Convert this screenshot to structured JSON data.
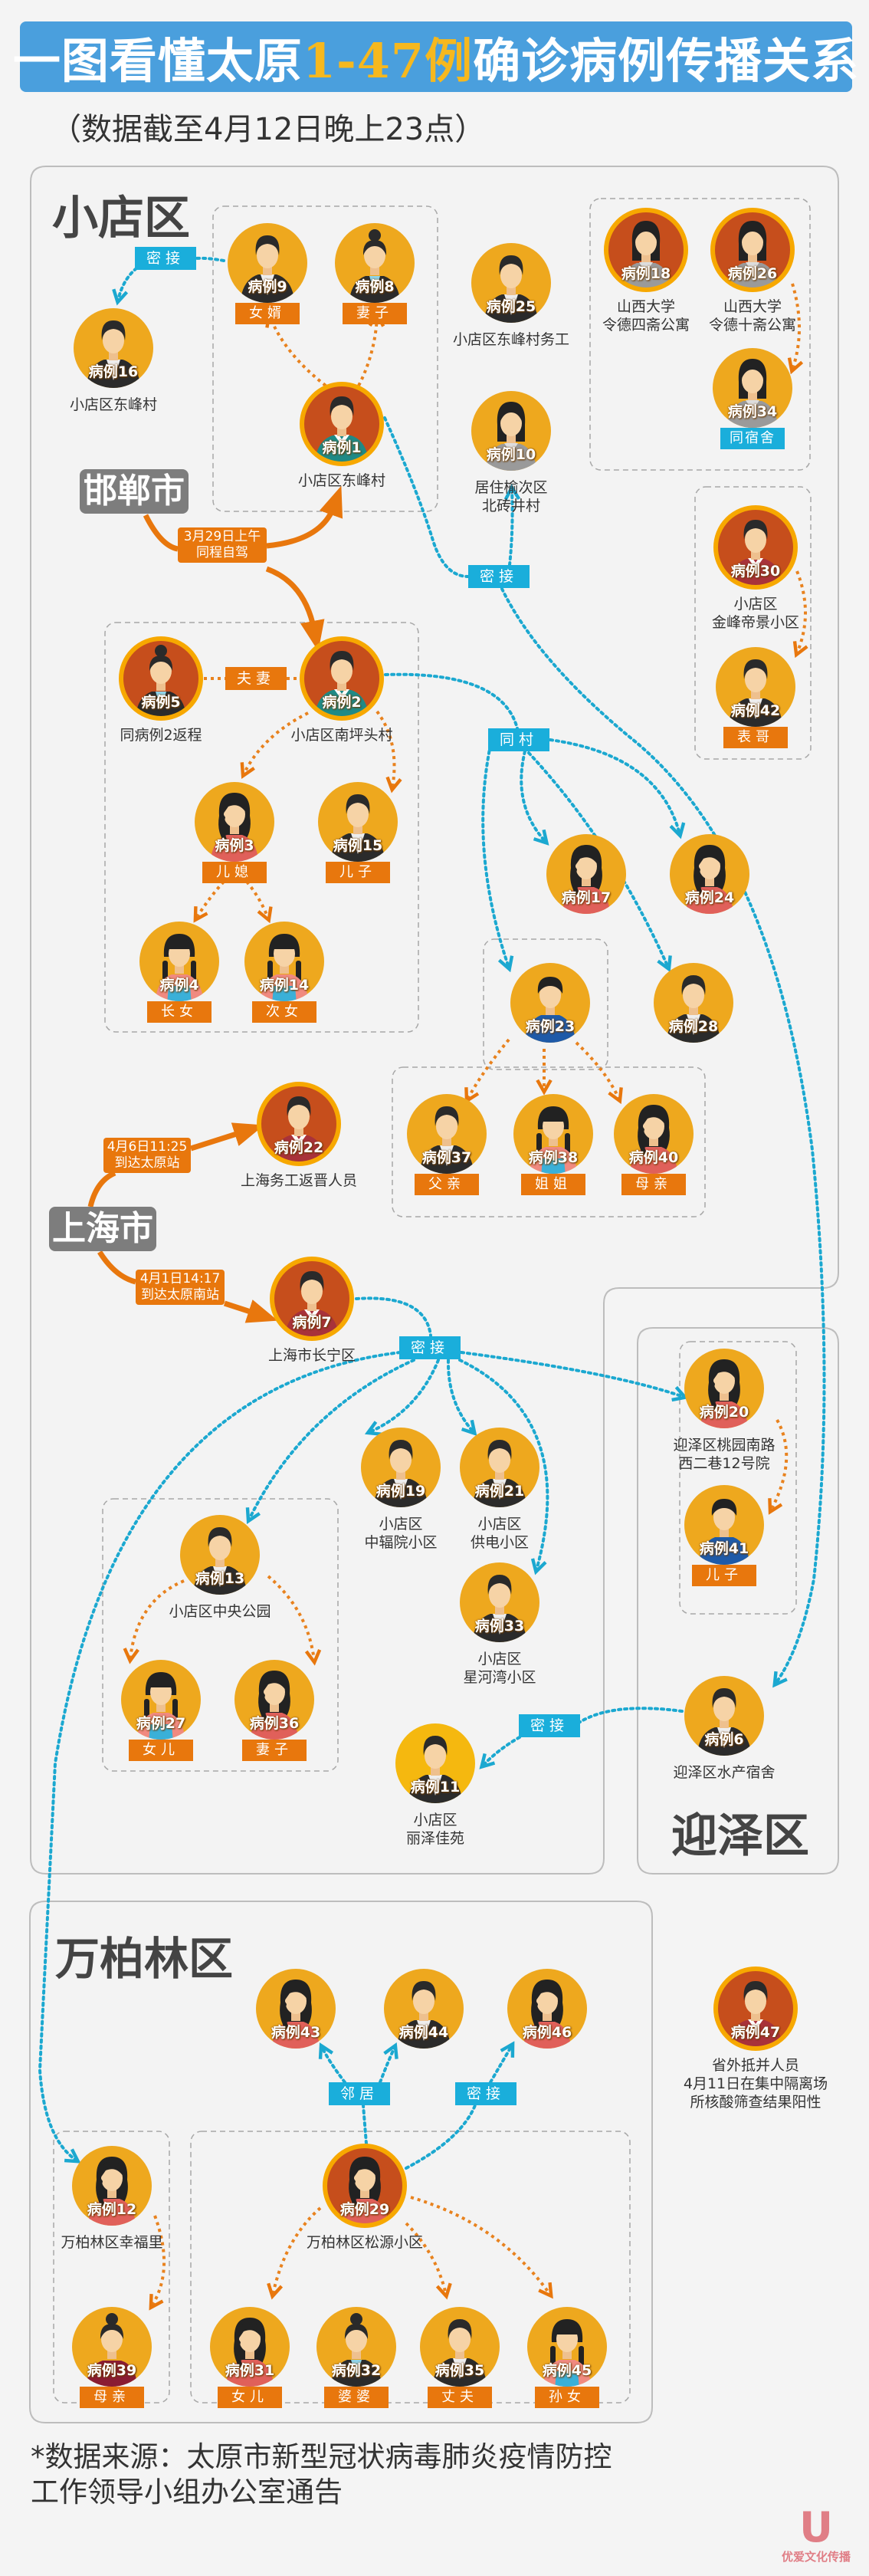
{
  "header": {
    "title_pre": "一图看懂太原",
    "title_highlight": "1-47例",
    "title_post": "确诊病例传播关系",
    "subtitle": "（数据截至4月12日晚上23点）"
  },
  "colors": {
    "banner": "#4a9fdd",
    "highlight": "#f6b81e",
    "tag_orange": "#e8770d",
    "tag_blue": "#1aaedb",
    "node_yellow": "#eea81e",
    "node_red": "#c64e1c",
    "contact_line": "#1ba8d0",
    "family_line": "#e8821e"
  },
  "regions": {
    "xiaodian": "小店区",
    "yingze": "迎泽区",
    "wanbailin": "万柏林区"
  },
  "cities": {
    "handan": "邯郸市",
    "shanghai": "上海市"
  },
  "travel": [
    {
      "line1": "3月29日上午",
      "line2": "同程自驾"
    },
    {
      "line1": "4月6日11:25",
      "line2": "到达太原站"
    },
    {
      "line1": "4月1日14:17",
      "line2": "到达太原南站"
    }
  ],
  "edge_labels": [
    {
      "text": "密接",
      "style": "blue"
    },
    {
      "text": "密接",
      "style": "blue"
    },
    {
      "text": "夫妻",
      "style": "orange"
    },
    {
      "text": "同村",
      "style": "blue"
    },
    {
      "text": "密接",
      "style": "blue"
    },
    {
      "text": "密接",
      "style": "blue"
    },
    {
      "text": "邻居",
      "style": "blue"
    },
    {
      "text": "密接",
      "style": "blue"
    }
  ],
  "nodes": [
    {
      "id": "16",
      "label": "病例16",
      "caption": [
        "小店区东峰村"
      ],
      "bg": "yellow",
      "figure": "man-suit"
    },
    {
      "id": "9",
      "label": "病例9",
      "tag": "女婿",
      "bg": "yellow",
      "figure": "man-suit"
    },
    {
      "id": "8",
      "label": "病例8",
      "tag": "妻子",
      "bg": "yellow",
      "figure": "woman-bun"
    },
    {
      "id": "1",
      "label": "病例1",
      "caption": [
        "小店区东峰村"
      ],
      "bg": "red",
      "figure": "man-green"
    },
    {
      "id": "25",
      "label": "病例25",
      "caption": [
        "小店区东峰村务工"
      ],
      "bg": "yellow",
      "figure": "man-suit"
    },
    {
      "id": "10",
      "label": "病例10",
      "caption": [
        "居住榆次区",
        "北砖井村"
      ],
      "bg": "yellow",
      "figure": "woman-grey"
    },
    {
      "id": "18",
      "label": "病例18",
      "caption": [
        "山西大学",
        "令德四斋公寓"
      ],
      "bg": "red",
      "figure": "woman-grey"
    },
    {
      "id": "26",
      "label": "病例26",
      "caption": [
        "山西大学",
        "令德十斋公寓"
      ],
      "bg": "red",
      "figure": "woman-grey"
    },
    {
      "id": "34",
      "label": "病例34",
      "tag": "同宿舍",
      "tag_style": "blue",
      "bg": "yellow",
      "figure": "woman-grey"
    },
    {
      "id": "30",
      "label": "病例30",
      "caption": [
        "小店区",
        "金峰帝景小区"
      ],
      "bg": "red",
      "figure": "man-sweater"
    },
    {
      "id": "42",
      "label": "病例42",
      "tag": "表哥",
      "bg": "yellow",
      "figure": "man-suit"
    },
    {
      "id": "5",
      "label": "病例5",
      "caption": [
        "同病例2返程"
      ],
      "bg": "red",
      "figure": "woman-bun"
    },
    {
      "id": "2",
      "label": "病例2",
      "caption": [
        "小店区南坪头村"
      ],
      "bg": "red",
      "figure": "man-green"
    },
    {
      "id": "3",
      "label": "病例3",
      "tag": "儿媳",
      "bg": "yellow",
      "figure": "woman-long"
    },
    {
      "id": "15",
      "label": "病例15",
      "tag": "儿子",
      "bg": "yellow",
      "figure": "man-suit"
    },
    {
      "id": "4",
      "label": "病例4",
      "tag": "长女",
      "bg": "yellow",
      "figure": "girl"
    },
    {
      "id": "14",
      "label": "病例14",
      "tag": "次女",
      "bg": "yellow",
      "figure": "girl"
    },
    {
      "id": "17",
      "label": "病例17",
      "bg": "yellow",
      "figure": "woman-long"
    },
    {
      "id": "24",
      "label": "病例24",
      "bg": "yellow",
      "figure": "woman-long"
    },
    {
      "id": "23",
      "label": "病例23",
      "bg": "yellow",
      "figure": "boy"
    },
    {
      "id": "28",
      "label": "病例28",
      "bg": "yellow",
      "figure": "man-suit"
    },
    {
      "id": "37",
      "label": "病例37",
      "tag": "父亲",
      "bg": "yellow",
      "figure": "man-suit"
    },
    {
      "id": "38",
      "label": "病例38",
      "tag": "姐姐",
      "bg": "yellow",
      "figure": "girl"
    },
    {
      "id": "40",
      "label": "病例40",
      "tag": "母亲",
      "bg": "yellow",
      "figure": "woman-long"
    },
    {
      "id": "22",
      "label": "病例22",
      "caption": [
        "上海务工返晋人员"
      ],
      "bg": "red",
      "figure": "man-sweater"
    },
    {
      "id": "7",
      "label": "病例7",
      "caption": [
        "上海市长宁区"
      ],
      "bg": "red",
      "figure": "man-sweater"
    },
    {
      "id": "19",
      "label": "病例19",
      "caption": [
        "小店区",
        "中辐院小区"
      ],
      "bg": "yellow",
      "figure": "man-suit"
    },
    {
      "id": "21",
      "label": "病例21",
      "caption": [
        "小店区",
        "供电小区"
      ],
      "bg": "yellow",
      "figure": "man-suit"
    },
    {
      "id": "13",
      "label": "病例13",
      "caption": [
        "小店区中央公园"
      ],
      "bg": "yellow",
      "figure": "man-suit"
    },
    {
      "id": "33",
      "label": "病例33",
      "caption": [
        "小店区",
        "星河湾小区"
      ],
      "bg": "yellow",
      "figure": "man-suit"
    },
    {
      "id": "27",
      "label": "病例27",
      "tag": "女儿",
      "bg": "yellow",
      "figure": "girl"
    },
    {
      "id": "36",
      "label": "病例36",
      "tag": "妻子",
      "bg": "yellow",
      "figure": "woman-long"
    },
    {
      "id": "11",
      "label": "病例11",
      "caption": [
        "小店区",
        "丽泽佳苑"
      ],
      "bg": "bright",
      "figure": "man-suit"
    },
    {
      "id": "20",
      "label": "病例20",
      "caption": [
        "迎泽区桃园南路",
        "西二巷12号院"
      ],
      "bg": "yellow",
      "figure": "woman-long"
    },
    {
      "id": "41",
      "label": "病例41",
      "tag": "儿子",
      "bg": "yellow",
      "figure": "boy"
    },
    {
      "id": "6",
      "label": "病例6",
      "caption": [
        "迎泽区水产宿舍"
      ],
      "bg": "yellow",
      "figure": "man-suit"
    },
    {
      "id": "43",
      "label": "病例43",
      "bg": "yellow",
      "figure": "woman-long"
    },
    {
      "id": "44",
      "label": "病例44",
      "bg": "yellow",
      "figure": "man-suit"
    },
    {
      "id": "46",
      "label": "病例46",
      "bg": "yellow",
      "figure": "woman-long"
    },
    {
      "id": "12",
      "label": "病例12",
      "caption": [
        "万柏林区幸福里"
      ],
      "bg": "yellow",
      "figure": "woman-long"
    },
    {
      "id": "29",
      "label": "病例29",
      "caption": [
        "万柏林区松源小区"
      ],
      "bg": "red",
      "figure": "woman-long"
    },
    {
      "id": "39",
      "label": "病例39",
      "tag": "母亲",
      "bg": "yellow",
      "figure": "woman-bun-maroon"
    },
    {
      "id": "31",
      "label": "病例31",
      "tag": "女儿",
      "bg": "yellow",
      "figure": "woman-long"
    },
    {
      "id": "32",
      "label": "病例32",
      "tag": "婆婆",
      "bg": "yellow",
      "figure": "woman-bun"
    },
    {
      "id": "35",
      "label": "病例35",
      "tag": "丈夫",
      "bg": "yellow",
      "figure": "man-suit"
    },
    {
      "id": "45",
      "label": "病例45",
      "tag": "孙女",
      "bg": "yellow",
      "figure": "girl"
    },
    {
      "id": "47",
      "label": "病例47",
      "caption": [
        "省外抵并人员",
        "4月11日在集中隔离场",
        "所核酸筛查结果阳性"
      ],
      "bg": "red",
      "figure": "man-sweater"
    }
  ],
  "footer": {
    "line1": "*数据来源：太原市新型冠状病毒肺炎疫情防控",
    "line2": "工作领导小组办公室通告"
  },
  "logo": {
    "mark": "U",
    "text": "优爱文化传播"
  }
}
